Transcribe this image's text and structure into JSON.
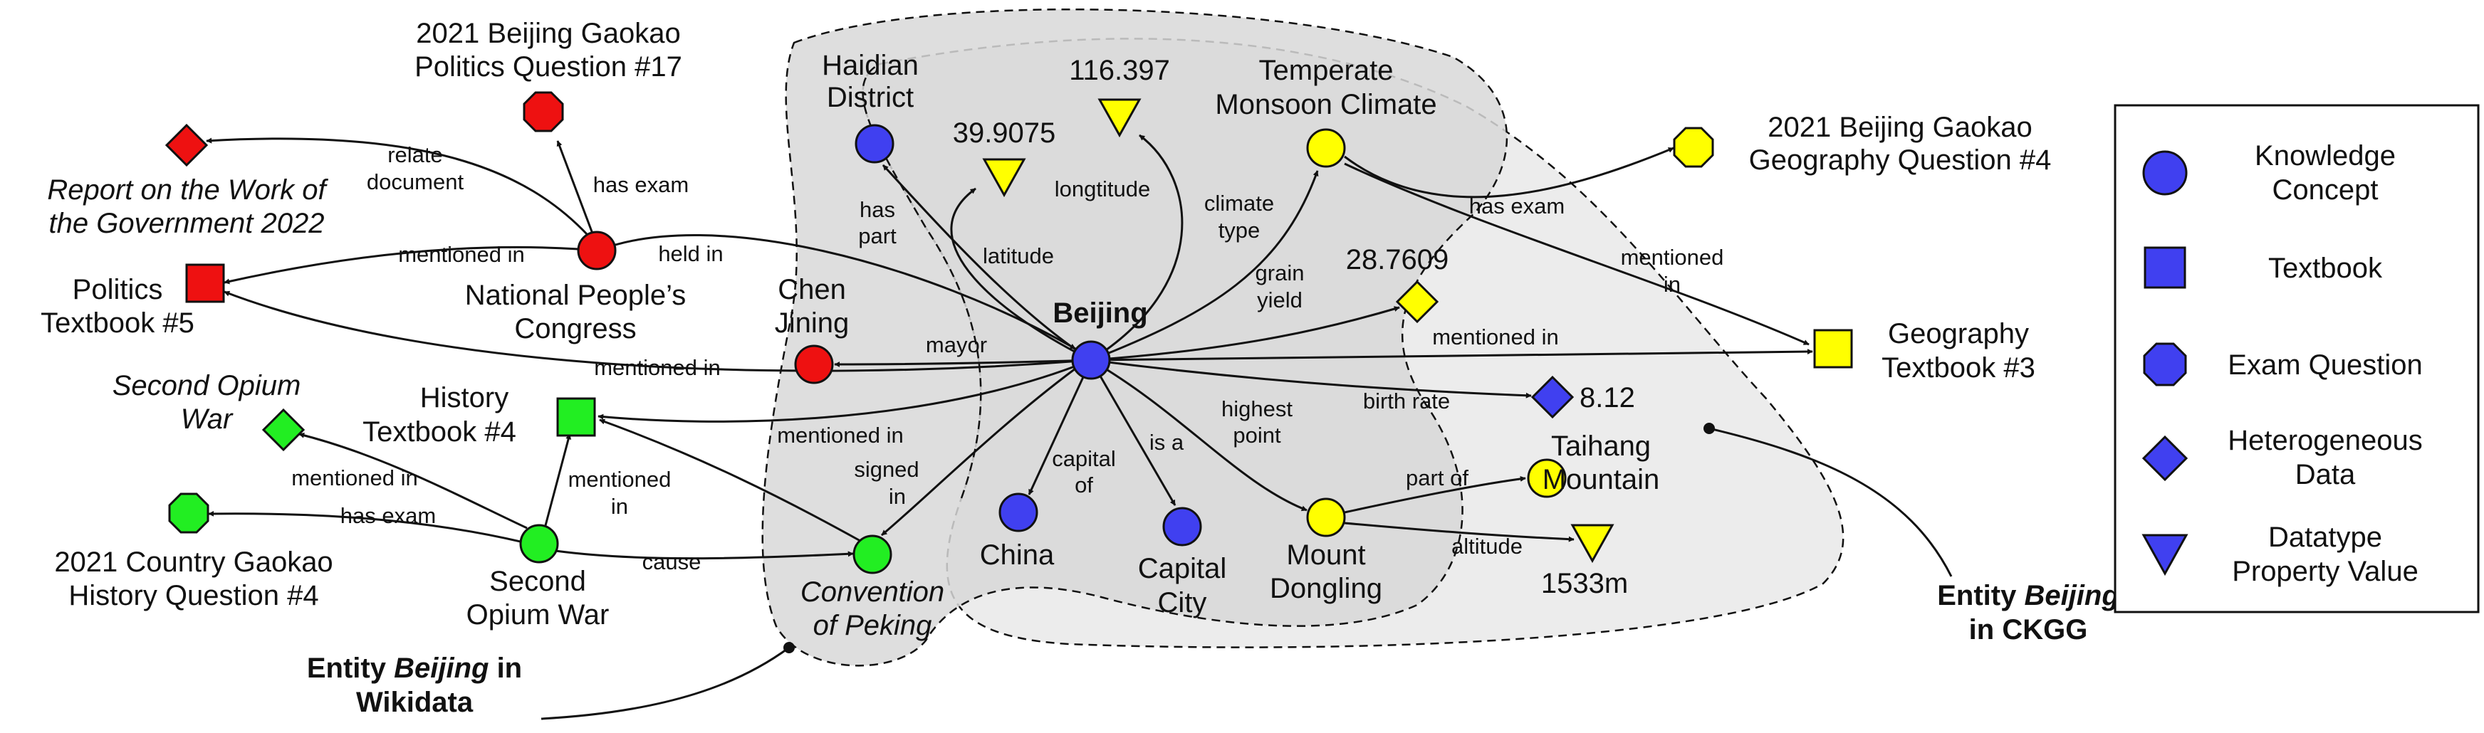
{
  "colors": {
    "concept": "#4040f0",
    "red": "#ee1111",
    "green": "#22ee22",
    "yellow": "#ffff00",
    "region_light": "#ececec",
    "region_dark": "#d8d8d8"
  },
  "nodes": {
    "beijing": "Beijing",
    "haidian_1": "Haidian",
    "haidian_2": "District",
    "lat_val": "39.9075",
    "lon_val": "116.397",
    "tmc_1": "Temperate",
    "tmc_2": "Monsoon Climate",
    "q17_1": "2021 Beijing Gaokao",
    "q17_2": "Politics Question #17",
    "report_1": "Report on the Work of",
    "report_2": "the Government 2022",
    "npc_1": "National People’s",
    "npc_2": "Congress",
    "politics_tb_1": "Politics",
    "politics_tb_2": "Textbook #5",
    "chen_1": "Chen",
    "chen_2": "Jining",
    "sow_italic_1": "Second Opium",
    "sow_italic_2": "War",
    "history_tb_1": "History",
    "history_tb_2": "Textbook #4",
    "country_q_1": "2021 Country Gaokao",
    "country_q_2": "History Question #4",
    "sow_1": "Second",
    "sow_2": "Opium War",
    "peking_1": "Convention",
    "peking_2": "of Peking",
    "china": "China",
    "capital_1": "Capital",
    "capital_2": "City",
    "dongling_1": "Mount",
    "dongling_2": "Dongling",
    "taihang_1": "Taihang",
    "taihang_2": "Mountain",
    "alt_val": "1533m",
    "birth_val": "8.12",
    "grain_val": "28.7609",
    "geo_q_1": "2021 Beijing Gaokao",
    "geo_q_2": "Geography Question #4",
    "geo_tb_1": "Geography",
    "geo_tb_2": "Textbook #3"
  },
  "edges": {
    "has_part_1": "has",
    "has_part_2": "part",
    "latitude": "latitude",
    "longtitude": "longtitude",
    "climate_1": "climate",
    "climate_2": "type",
    "grain_1": "grain",
    "grain_2": "yield",
    "mentioned_in": "mentioned in",
    "mentioned_in_geo_1": "mentioned",
    "mentioned_in_geo_2": "in",
    "has_exam": "has exam",
    "birth_rate": "birth rate",
    "highest_1": "highest",
    "highest_2": "point",
    "part_of": "part of",
    "altitude": "altitude",
    "is_a": "is a",
    "capital_of_1": "capital",
    "capital_of_2": "of",
    "signed_1": "signed",
    "signed_2": "in",
    "mayor": "mayor",
    "held_in": "held in",
    "relate_1": "relate",
    "relate_2": "document",
    "mentioned_in_2": "mentioned",
    "mentioned_in_2b": "in",
    "cause": "cause"
  },
  "legend": {
    "concept_1": "Knowledge",
    "concept_2": "Concept",
    "textbook": "Textbook",
    "exam": "Exam Question",
    "hetero_1": "Heterogeneous",
    "hetero_2": "Data",
    "datatype_1": "Datatype",
    "datatype_2": "Property Value"
  },
  "regions": {
    "wikidata_1a": "Entity ",
    "wikidata_1b": "Beijing",
    "wikidata_1c": " in",
    "wikidata_2": "Wikidata",
    "ckgg_1a": "Entity ",
    "ckgg_1b": "Beijing",
    "ckgg_2": "in CKGG"
  }
}
